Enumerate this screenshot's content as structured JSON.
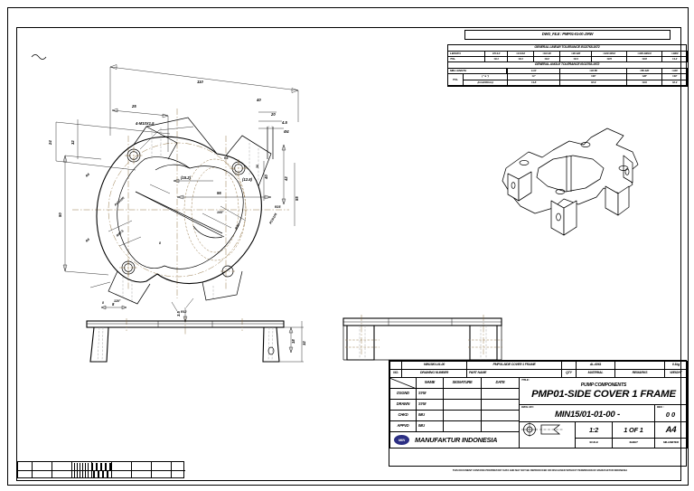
{
  "sheet": {
    "dwg_file_label": "DWG_FILE : PMP01-01-00 .DRW",
    "disclaimer": "THIS DOCUMENT CONTAINS PROPRIETARY DATA  AND MAY NOT BE REPRODUCED OR DISCLOSED WITHOUT PERMISSION OF MANUFAKTUR INDONESIA"
  },
  "tolerance": {
    "linear_title": "GENERAL LINEAR TOLERANCE ISO2768-1972",
    "angle_title": "GENERAL ANGLE TOLERANCE ISO2768-1972",
    "linear_header": [
      "LENGTH",
      "0.5-3.0",
      ">3.0-6.0",
      ">6.0-30",
      ">30-120",
      ">120-315.0",
      ">315-1000.0",
      ">1000"
    ],
    "linear_row_label": "TOL.",
    "linear_values": [
      "±0.1",
      "±0.1",
      "±0.2",
      "±0.3",
      "±0.5",
      "±0.8",
      "±1.2"
    ],
    "angle_header": [
      "MIN. LENGTH",
      "≤ 10",
      ">10-50",
      ">50-120",
      ">120"
    ],
    "angle_row_label": "TOL.",
    "angle_sub1": "( ° a ' )",
    "angle_values1": [
      "±1°",
      "±30'",
      "±20'",
      "±10'"
    ],
    "angle_sub2": "(mm/100mm)",
    "angle_values2": [
      "±1.8",
      "±0.9",
      "±0.6",
      "±0.3"
    ]
  },
  "views": {
    "plan_dims": [
      {
        "id": "d-110",
        "text": "110"
      },
      {
        "id": "d-25a",
        "text": "25"
      },
      {
        "id": "d-40",
        "text": "40"
      },
      {
        "id": "d-24",
        "text": "24"
      },
      {
        "id": "d-32",
        "text": "32"
      },
      {
        "id": "d-20",
        "text": "20"
      },
      {
        "id": "d-45",
        "text": "4.5"
      },
      {
        "id": "d-dia4",
        "text": "Ø4"
      },
      {
        "id": "d-40b",
        "text": "40"
      },
      {
        "id": "d-42",
        "text": "42"
      },
      {
        "id": "d-50",
        "text": "50"
      },
      {
        "id": "d-95",
        "text": "95"
      },
      {
        "id": "d-55",
        "text": "55"
      },
      {
        "id": "d-152",
        "text": "(15.2)"
      },
      {
        "id": "d-128",
        "text": "(12.8)"
      },
      {
        "id": "d-r6a",
        "text": "R6"
      },
      {
        "id": "d-r6b",
        "text": "R6"
      },
      {
        "id": "d-r875",
        "text": "R87.5"
      },
      {
        "id": "d-pcd105a",
        "text": "PCD105"
      },
      {
        "id": "d-pcd105b",
        "text": "PCD105"
      },
      {
        "id": "d-r20",
        "text": "R20"
      },
      {
        "id": "d-r25",
        "text": "R25"
      },
      {
        "id": "d-hole",
        "text": "4-M10X1.5"
      },
      {
        "id": "d-105deg",
        "text": "105°"
      },
      {
        "id": "d-120deg",
        "text": "120°"
      },
      {
        "id": "d-8",
        "text": "8"
      },
      {
        "id": "d-ang",
        "text": "8"
      },
      {
        "id": "d-r12",
        "text": "R12"
      }
    ],
    "front_dims": [
      {
        "id": "f-3",
        "text": "3.5"
      },
      {
        "id": "f-18",
        "text": "18"
      },
      {
        "id": "f-32",
        "text": "32"
      },
      {
        "id": "f-8",
        "text": "8"
      }
    ]
  },
  "title_block": {
    "row_top": {
      "number": "MIN15/01-01-00",
      "part_name": "PMP01-SIDE COVER 1 FRAME",
      "qty": "",
      "material": "AL-6061",
      "remarks": "",
      "weight": "0.1kg"
    },
    "row_headers": {
      "no": "NO.",
      "drawing_number": "DRAWING NUMBER",
      "part_name": "PART NAME",
      "qty": "QTY",
      "material": "MATERIAL",
      "remarks": "REMARKS",
      "weight": "WEIGHT"
    },
    "signature_headers": [
      "NAME",
      "SIGNATURE",
      "DATE"
    ],
    "signature_rows": [
      {
        "role": "DSGND",
        "name": "SYM",
        "signature": "",
        "date": ""
      },
      {
        "role": "DRAWN",
        "name": "SYM",
        "signature": "",
        "date": ""
      },
      {
        "role": "CHKD",
        "name": "IMU",
        "signature": "",
        "date": ""
      },
      {
        "role": "APPVD",
        "name": "IMU",
        "signature": "",
        "date": ""
      }
    ],
    "company": "MANUFAKTUR  INDONESIA",
    "logo_text": "MIN",
    "title_label": "TITLE :",
    "title_line1": "PUMP COMPONENTS",
    "title_line2": "PMP01-SIDE COVER 1 FRAME",
    "dwg_no_label": "DWG. NO :",
    "dwg_no_value": "MIN15/01-01-00 -",
    "rev_label": "REV. :",
    "rev_value": "00",
    "scale_value": "1:2",
    "scale_label": "SCALE",
    "sheet_value": "1 OF 1",
    "sheet_label": "SHEET",
    "size_value": "A4",
    "units_label": "MILLIMETER",
    "projection_name": "first-angle-projection-symbol"
  }
}
